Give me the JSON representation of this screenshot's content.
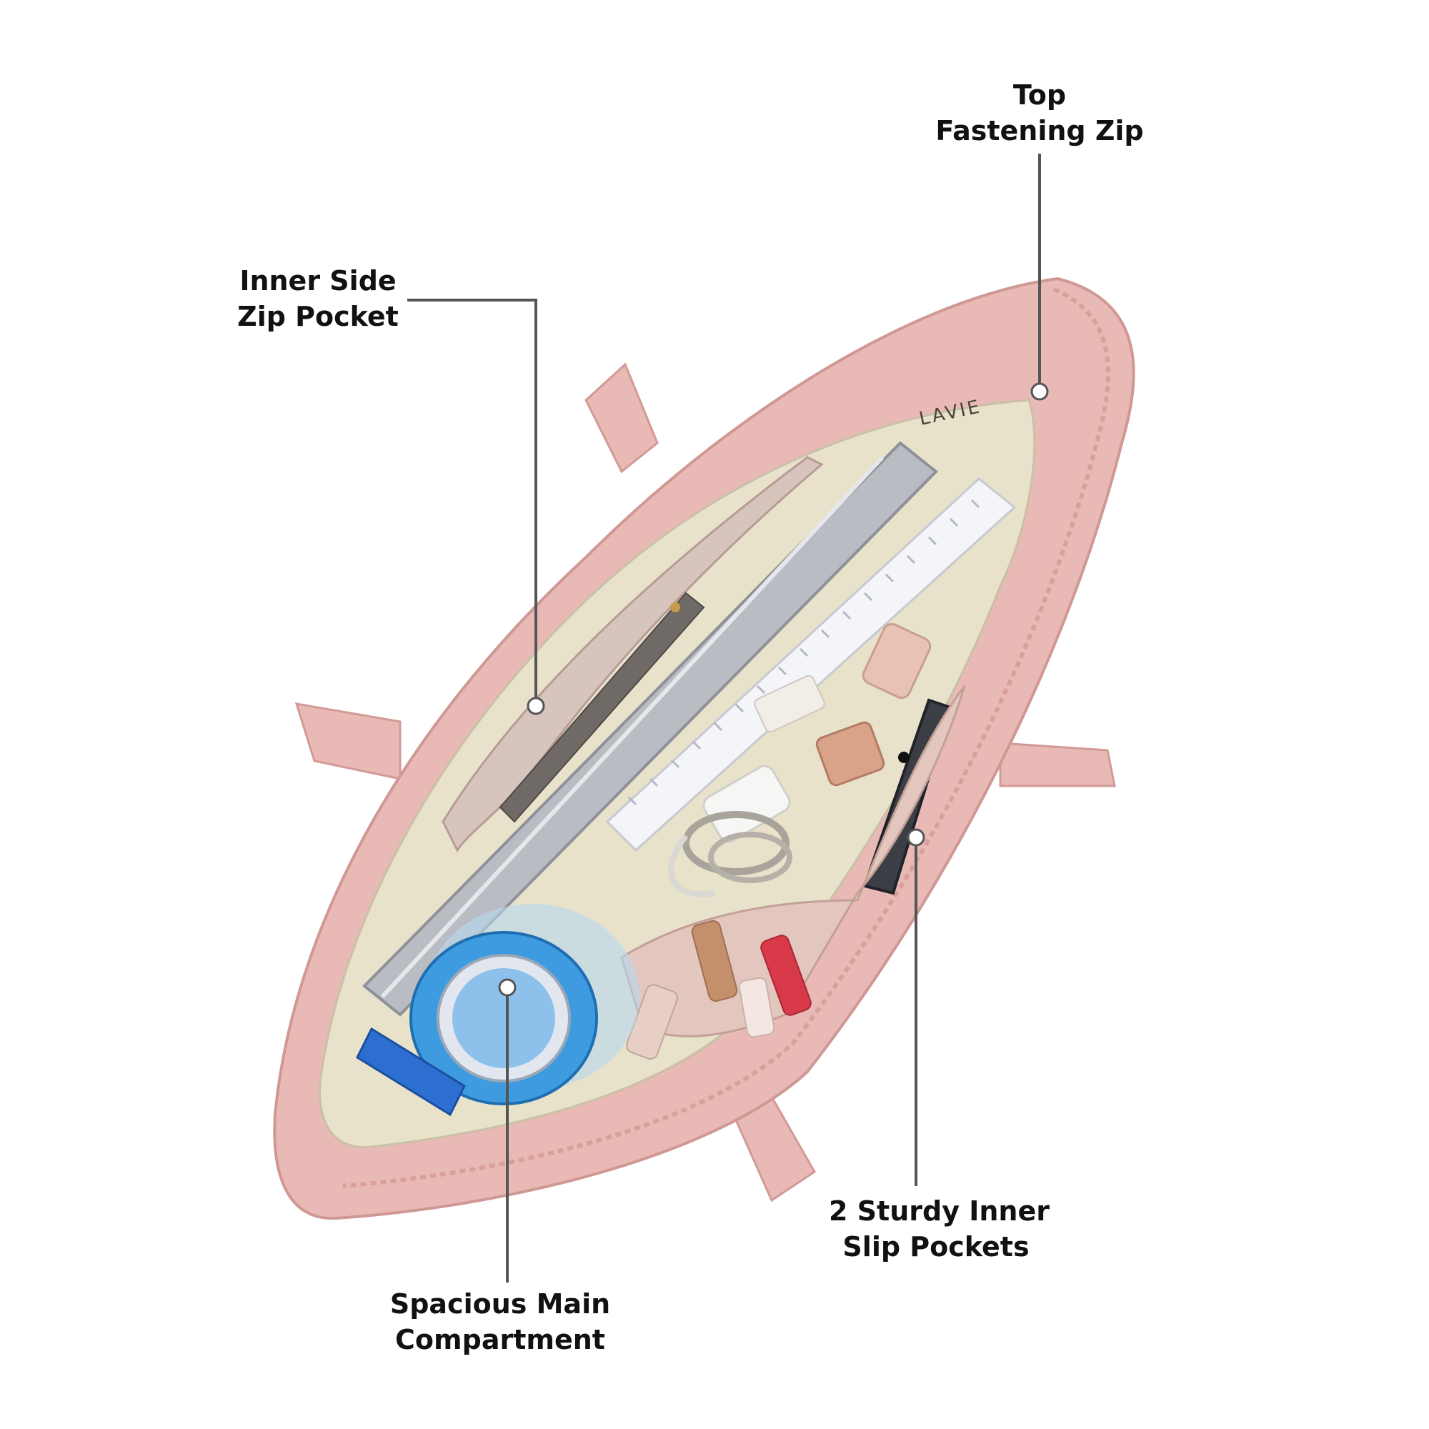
{
  "callouts": {
    "top_zip": {
      "line1": "Top",
      "line2": "Fastening Zip"
    },
    "side_pocket": {
      "line1": "Inner Side",
      "line2": "Zip Pocket"
    },
    "slip_pockets": {
      "line1": "2 Sturdy Inner",
      "line2": "Slip Pockets"
    },
    "main_compartment": {
      "line1": "Spacious Main",
      "line2": "Compartment"
    }
  },
  "bag": {
    "brand_mark": "LAVIE",
    "colors": {
      "bag": "#e9b9b5",
      "bag_dark": "#d99f9b",
      "lining": "#e8e2cb",
      "callout_line": "#555555",
      "label_text": "#111111"
    }
  }
}
